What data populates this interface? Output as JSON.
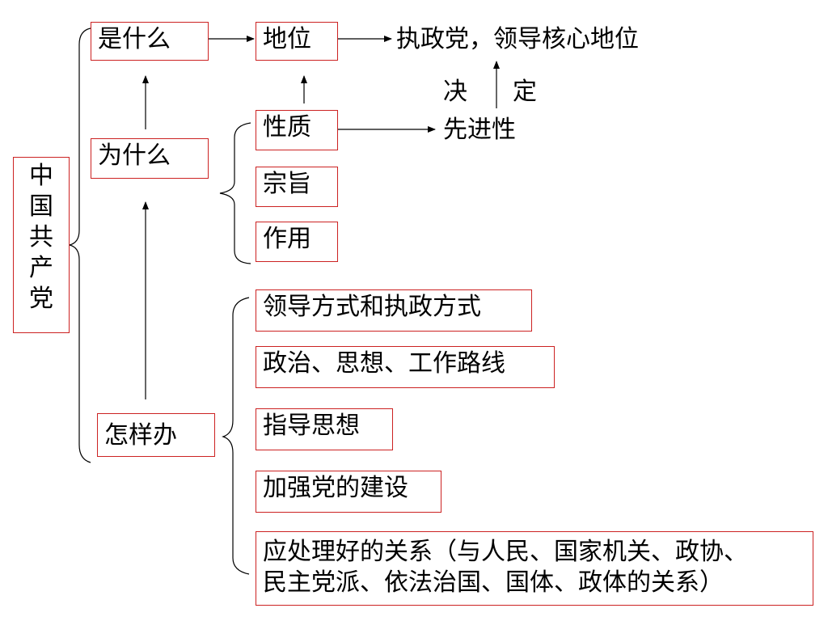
{
  "root": [
    "中",
    "国",
    "共",
    "产",
    "党"
  ],
  "nodes": {
    "shishenme": "是什么",
    "weishenme": "为什么",
    "zenyangban": "怎样办",
    "diwei": "地位",
    "xingzhi": "性质",
    "zongzhi": "宗旨",
    "zuoyong": "作用"
  },
  "results": {
    "zhizhengdang": "执政党，领导核心地位",
    "xianjinxing": "先进性",
    "jue": "决",
    "ding": "定"
  },
  "how_items": [
    "领导方式和执政方式",
    "政治、思想、工作路线",
    "指导思想",
    "加强党的建设",
    "应处理好的关系（与人民、国家机关、政协、",
    "民主党派、依法治国、国体、政体的关系）"
  ]
}
